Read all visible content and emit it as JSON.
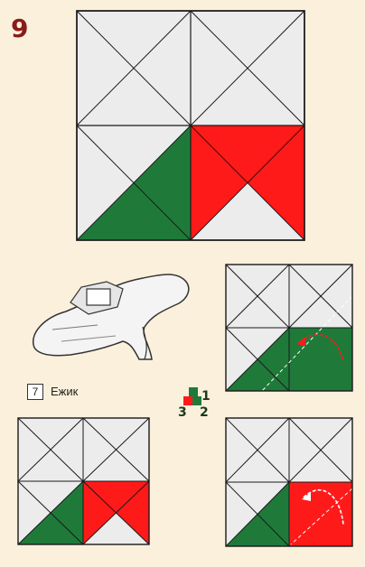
{
  "page": {
    "step_number": "9",
    "caption_number": "7",
    "caption_text": "Ежик",
    "key_digits": [
      "1",
      "2",
      "3"
    ]
  },
  "colors": {
    "background": "#fbf0dc",
    "green": "#1f7a3a",
    "red": "#ff1a1a",
    "cell": "#ececec",
    "line": "#1a1a1a",
    "dashed": "#ffffff"
  }
}
